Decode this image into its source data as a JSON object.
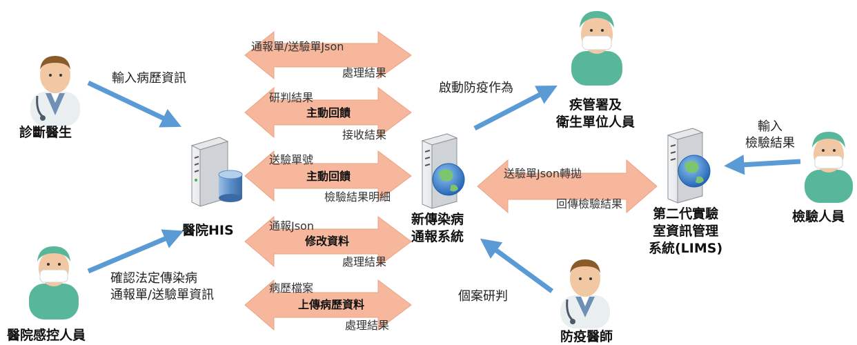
{
  "colors": {
    "arrow_fill": "#f6b79c",
    "arrow_stroke": "#e9a383",
    "blue_arrow": "#5b9bd5",
    "server_dark": "#3b3f44",
    "globe": "#2f7bd1",
    "mask_green": "#58b79a"
  },
  "nodes": {
    "doctor": {
      "label": "診斷醫生",
      "icon": "doctor-icon"
    },
    "infection_control": {
      "label": "醫院感控人員",
      "icon": "nurse-masked-icon"
    },
    "his": {
      "label": "醫院HIS",
      "icon": "database-server-icon"
    },
    "new_system": {
      "label_lines": [
        "新傳染病",
        "通報系統"
      ],
      "icon": "web-server-icon"
    },
    "cdc": {
      "label_lines": [
        "疾管署及",
        "衛生單位人員"
      ],
      "icon": "masked-staff-icon"
    },
    "lims": {
      "label_lines": [
        "第二代實驗",
        "室資訊管理",
        "系統(LIMS)"
      ],
      "icon": "web-server-icon"
    },
    "lab_staff": {
      "label": "檢驗人員",
      "icon": "masked-staff-icon"
    },
    "epidemic_doctor": {
      "label": "防疫醫師",
      "icon": "doctor-icon"
    }
  },
  "flows": {
    "doctor_to_his": "輸入病歷資訊",
    "infection_to_his": [
      "確認法定傳染病",
      "通報單/送驗單資訊"
    ],
    "system_to_cdc": "啟動防疫作為",
    "lab_to_lims": [
      "輸入",
      "檢驗結果"
    ],
    "epi_to_system": "個案研判",
    "system_lims_top": "送驗單Json轉拋",
    "system_lims_bottom": "回傳檢驗結果"
  },
  "exchanges": [
    {
      "top": "通報單/送驗單Json",
      "middle": "",
      "bottom": "處理結果"
    },
    {
      "top": "研判結果",
      "middle": "主動回饋",
      "bottom": "接收結果"
    },
    {
      "top": "送驗單號",
      "middle": "主動回饋",
      "bottom": "檢驗結果明細"
    },
    {
      "top": "通報Json",
      "middle": "修改資料",
      "bottom": "處理結果"
    },
    {
      "top": "病歷檔案",
      "middle": "上傳病歷資料",
      "bottom": "處理結果"
    }
  ]
}
